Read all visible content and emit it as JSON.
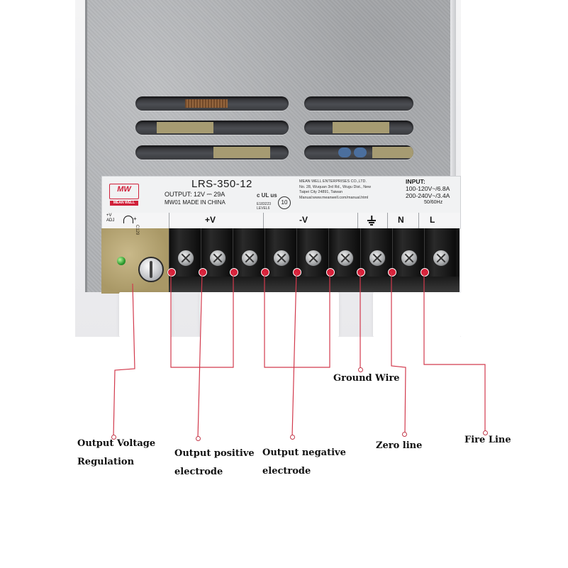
{
  "label": {
    "brand": "MW",
    "brand_sub": "MEAN WELL",
    "model": "LRS-350-12",
    "output_line": "OUTPUT:  12V ⎓  29A",
    "mw_line": "MW01   MADE IN CHINA",
    "company_lines": [
      "MEAN WELL ENTERPRISES CO.,LTD.",
      "No. 28, Wuquan 3rd Rd., Wugu Dist., New",
      "Taipei City 24891, Taiwan",
      "Manual:www.meanwell.com/manual.html"
    ],
    "cert_ul": "c UL us",
    "cert_small": "E183223\nLEVEL6",
    "cert_circle": "10",
    "input_title": "INPUT:",
    "input_line_1": "100-120V~/6.8A",
    "input_line_2": "200-240V~/3.4A",
    "input_freq": "50/60Hz"
  },
  "terminal_strip": {
    "adj_label": "+V\nADJ",
    "adj_plus": "+",
    "plus_v": "+V",
    "minus_v": "-V",
    "neutral": "N",
    "line": "L"
  },
  "pcb_text": "C129",
  "callouts": {
    "output_voltage_regulation": "Output Voltage\nRegulation",
    "output_positive": "Output positive\nelectrode",
    "output_negative": "Output negative\nelectrode",
    "ground_wire": "Ground Wire",
    "zero_line": "Zero line",
    "fire_line": "Fire Line"
  },
  "colors": {
    "callout_line": "#d23a4d",
    "terminal_dot": "#d8213a",
    "brand_red": "#d0203a"
  },
  "icons": [
    "led-indicator-icon",
    "potentiometer-icon",
    "ground-symbol-icon",
    "screw-terminal-icon"
  ]
}
